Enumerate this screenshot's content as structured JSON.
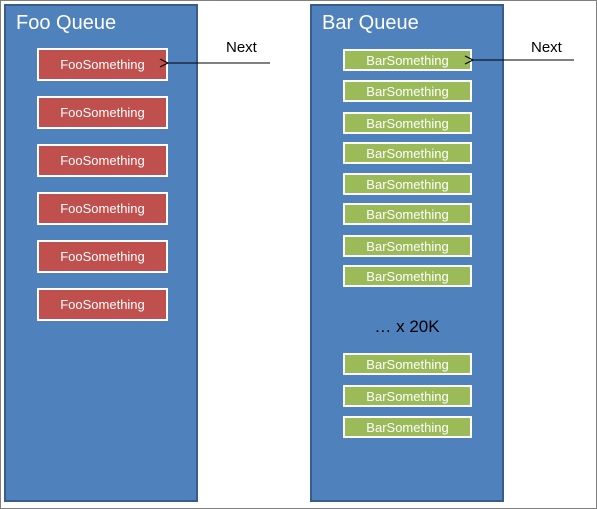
{
  "diagram": {
    "foo_queue": {
      "title": "Foo Queue",
      "items": [
        "FooSomething",
        "FooSomething",
        "FooSomething",
        "FooSomething",
        "FooSomething",
        "FooSomething"
      ],
      "pointer_label": "Next"
    },
    "bar_queue": {
      "title": "Bar Queue",
      "items_top": [
        "BarSomething",
        "BarSomething",
        "BarSomething",
        "BarSomething",
        "BarSomething",
        "BarSomething",
        "BarSomething",
        "BarSomething"
      ],
      "ellipsis": "… x 20K",
      "items_bottom": [
        "BarSomething",
        "BarSomething",
        "BarSomething"
      ],
      "pointer_label": "Next"
    },
    "colors": {
      "queue_fill": "#4f81bd",
      "queue_border": "#385d8a",
      "foo_item_fill": "#c0504d",
      "bar_item_fill": "#9bbb59"
    }
  }
}
